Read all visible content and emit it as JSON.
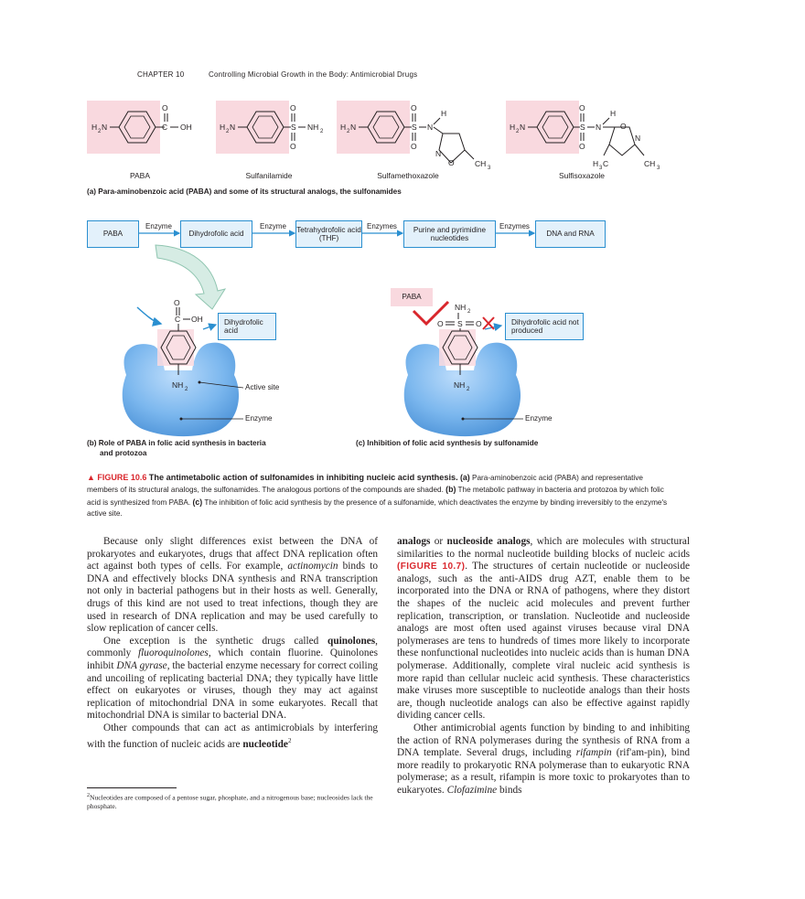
{
  "header": {
    "chapter": "CHAPTER 10",
    "title": "Controlling Microbial Growth in the Body: Antimicrobial Drugs"
  },
  "molecules": [
    "PABA",
    "Sulfanilamide",
    "Sulfamethoxazole",
    "Sulfisoxazole"
  ],
  "panel_a_caption": "(a) Para-aminobenzoic acid (PABA) and some of its structural analogs, the sulfonamides",
  "pathway": {
    "boxes": [
      "PABA",
      "Dihydrofolic acid",
      "Tetrahydrofolic acid (THF)",
      "Purine and pyrimidine nucleotides",
      "DNA and RNA"
    ],
    "arrows": [
      "Enzyme",
      "Enzyme",
      "Enzymes",
      "Enzymes"
    ]
  },
  "panel_b": {
    "product": "Dihydrofolic acid",
    "active_site": "Active site",
    "enzyme": "Enzyme",
    "caption_line1": "(b) Role of PABA in folic acid synthesis in bacteria",
    "caption_line2": "and protozoa"
  },
  "panel_c": {
    "paba_tag": "PABA",
    "product": "Dihydrofolic acid not produced",
    "enzyme": "Enzyme",
    "caption": "(c) Inhibition of folic acid synthesis by sulfonamide"
  },
  "figure": {
    "lead": "▲ FIGURE 10.6",
    "title": "The antimetabolic action of sulfonamides in inhibiting nucleic acid synthesis.",
    "a_mark": "(a)",
    "a_text": " Para-aminobenzoic acid (PABA) and representative members of its structural analogs, the sulfonamides. The analogous portions of the compounds are shaded.",
    "b_mark": "(b)",
    "b_text": " The metabolic pathway in bacteria and protozoa by which folic acid is synthesized from PABA.",
    "c_mark": "(c)",
    "c_text": " The inhibition of folic acid synthesis by the presence of a sulfonamide, which deactivates the enzyme by binding irreversibly to the enzyme's active site."
  },
  "left_column": {
    "p1_a": "Because only slight differences exist between the DNA of prokaryotes and eukaryotes, drugs that affect DNA replication often act against both types of cells. For example, ",
    "p1_actinomycin": "actinomycin",
    "p1_b": " binds to DNA and effectively blocks DNA synthesis and RNA transcription not only in bacterial pathogens but in their hosts as well. Generally, drugs of this kind are not used to treat infections, though they are used in research of DNA replication and may be used carefully to slow replication of cancer cells.",
    "p2_a": "One exception is the synthetic drugs called ",
    "p2_quinolones": "quinolones",
    "p2_b": ", commonly ",
    "p2_fluoro": "fluoroquinolones",
    "p2_c": ", which contain fluorine. Quinolones inhibit ",
    "p2_gyrase": "DNA gyrase",
    "p2_d": ", the bacterial enzyme necessary for correct coiling and uncoiling of replicating bacterial DNA; they typically have little effect on eukaryotes or viruses, though they may act against replication of mitochondrial DNA in some eukaryotes. Recall that mitochondrial DNA is similar to bacterial DNA.",
    "p3_a": "Other compounds that can act as antimicrobials by interfering with the function of nucleic acids are ",
    "p3_nucleotide": "nucleotide",
    "p3_sup": "2",
    "footnote_mark": "2",
    "footnote": "Nucleotides are composed of a pentose sugar, phosphate, and a nitrogenous base; nucleosides lack the phosphate."
  },
  "right_column": {
    "p1_analogs": "analogs",
    "p1_or": " or ",
    "p1_nucleoside": "nucleoside analogs",
    "p1_a": ", which are molecules with structural similarities to the normal nucleotide building blocks of nucleic acids ",
    "p1_ref": "(FIGURE 10.7)",
    "p1_b": ". The structures of certain nucleotide or nucleoside analogs, such as the anti-AIDS drug AZT, enable them to be incorporated into the DNA or RNA of pathogens, where they distort the shapes of the nucleic acid molecules and prevent further replication, transcription, or translation. Nucleotide and nucleoside analogs are most often used against viruses because viral DNA polymerases are tens to hundreds of times more likely to incorporate these nonfunctional nucleotides into nucleic acids than is human DNA polymerase. Additionally, complete viral nucleic acid synthesis is more rapid than cellular nucleic acid synthesis. These characteristics make viruses more susceptible to nucleotide analogs than their hosts are, though nucleotide analogs can also be effective against rapidly dividing cancer cells.",
    "p2_a": "Other antimicrobial agents function by binding to and inhibiting the action of RNA polymerases during the synthesis of RNA from a DNA template. Several drugs, including ",
    "p2_rifampin": "rifampin",
    "p2_b": " (rif'am-pin), bind more readily to prokaryotic RNA polymerase than to eukaryotic RNA polymerase; as a result, rifampin is more toxic to prokaryotes than to eukaryotes. ",
    "p2_clofazimine": "Clofazimine",
    "p2_c": " binds"
  },
  "colors": {
    "accent_red": "#d9262c",
    "flow_blue": "#2a8fd0",
    "shade_pink": "#f9d9df",
    "enzyme_blue": "#6fb1ec"
  }
}
